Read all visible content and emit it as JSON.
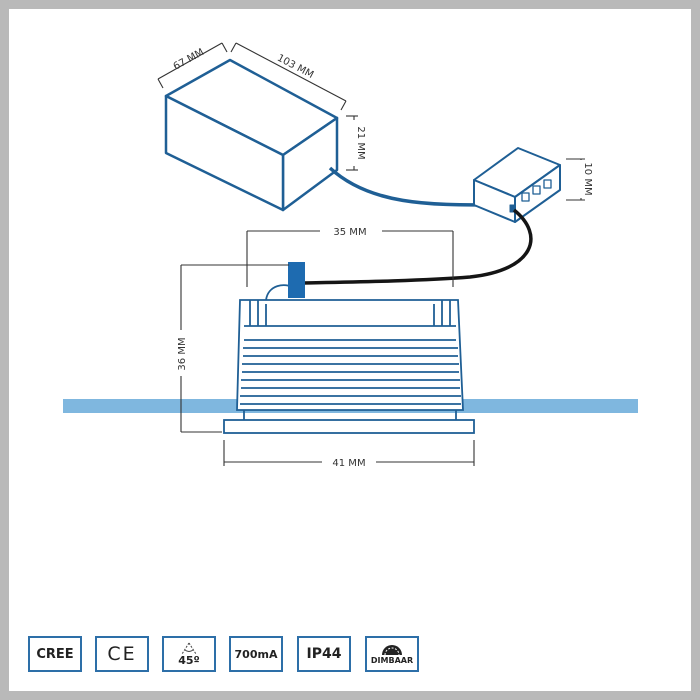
{
  "dimensions": {
    "driver_depth": "67 MM",
    "driver_length": "103 MM",
    "driver_height": "21 MM",
    "junction_height": "10 MM",
    "lamp_width": "35 MM",
    "lamp_height": "36 MM",
    "flange_width": "41 MM"
  },
  "badges": {
    "cree": "CREE",
    "ce": "CE",
    "beam_angle": "45º",
    "current": "700mA",
    "ip_rating": "IP44",
    "dimmable": "DIMBAAR"
  },
  "icons": {
    "beam": "beam-angle-icon",
    "dim": "dimmer-icon"
  },
  "colors": {
    "line_blue": "#1f5f95",
    "ceiling_blue": "#7fb7df",
    "connector_blue": "#1e6bb0",
    "cable": "#151515",
    "frame_gray": "#b9b9b9"
  }
}
